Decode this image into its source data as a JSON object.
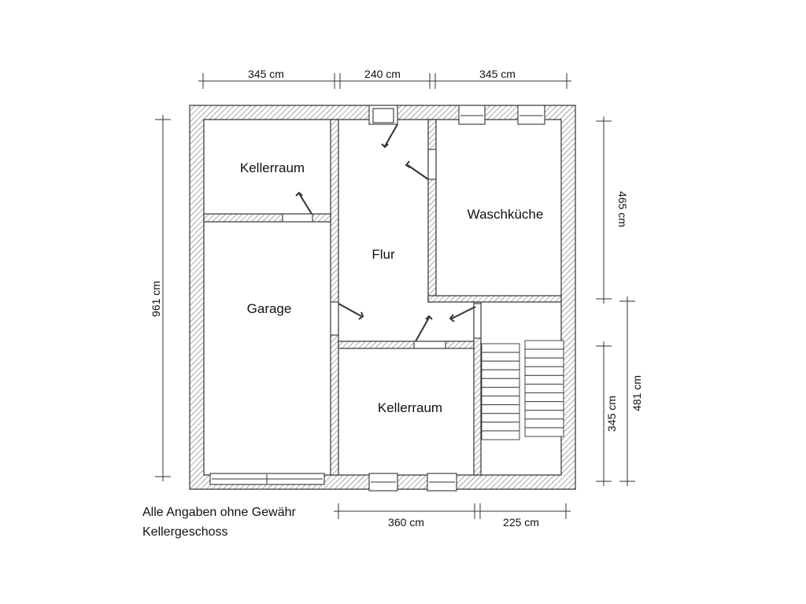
{
  "plan": {
    "title": "Kellergeschoss",
    "disclaimer": "Alle Angaben ohne Gewähr",
    "rooms": {
      "kellerraum_top": "Kellerraum",
      "garage": "Garage",
      "flur": "Flur",
      "waschkueche": "Waschküche",
      "kellerraum_bottom": "Kellerraum"
    },
    "dimensions": {
      "top_left": "345 cm",
      "top_mid": "240 cm",
      "top_right": "345 cm",
      "left_total": "961 cm",
      "right_upper": "465 cm",
      "right_lower_inner": "345 cm",
      "right_lower_outer": "481 cm",
      "bottom_mid": "360 cm",
      "bottom_right": "225 cm"
    }
  }
}
